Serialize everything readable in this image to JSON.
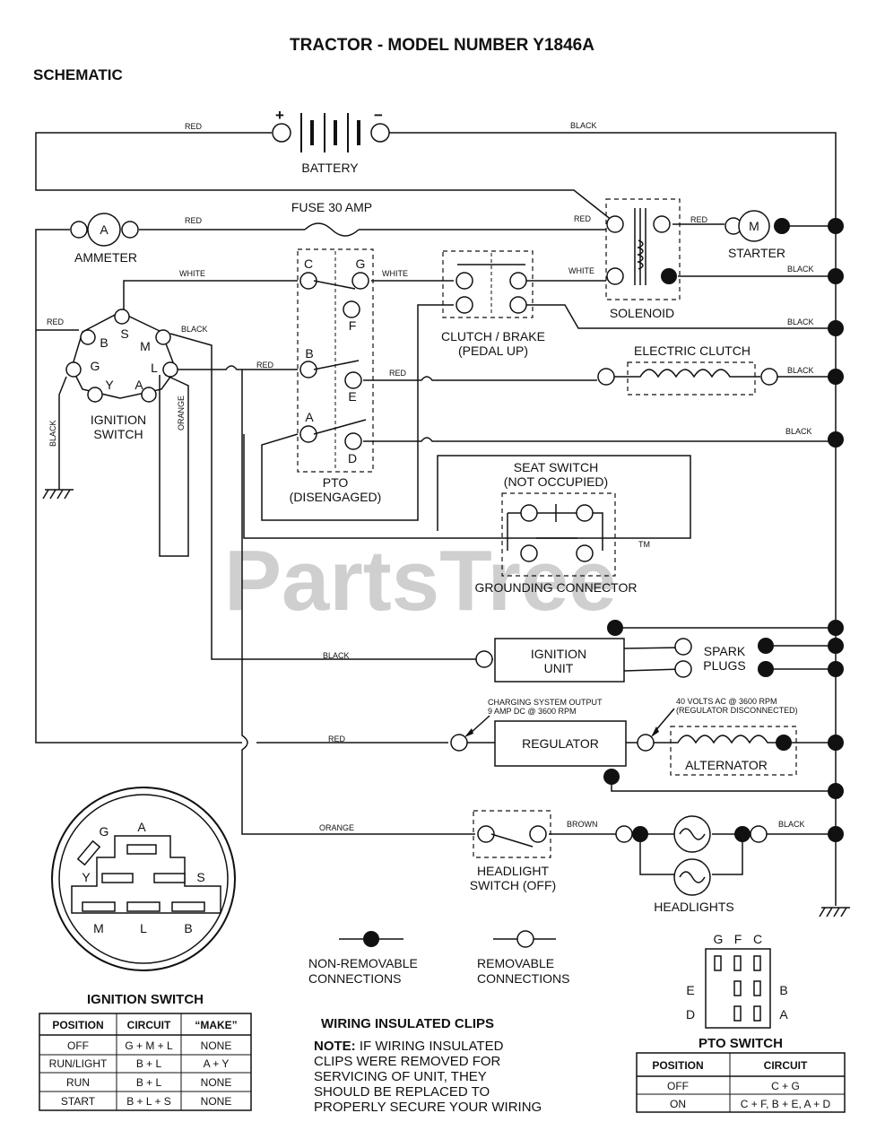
{
  "title": "TRACTOR - MODEL NUMBER Y1846A",
  "section": "SCHEMATIC",
  "watermark": "PartsTree",
  "watermark_tm": "TM",
  "components": {
    "battery": "BATTERY",
    "battery_plus": "+",
    "battery_minus": "−",
    "fuse": "FUSE 30 AMP",
    "ammeter": "AMMETER",
    "ammeter_symbol": "A",
    "starter": "STARTER",
    "starter_symbol": "M",
    "solenoid": "SOLENOID",
    "clutch_brake_1": "CLUTCH / BRAKE",
    "clutch_brake_2": "(PEDAL UP)",
    "electric_clutch": "ELECTRIC CLUTCH",
    "ignition_switch_1": "IGNITION",
    "ignition_switch_2": "SWITCH",
    "pto_1": "PTO",
    "pto_2": "(DISENGAGED)",
    "seat_switch_1": "SEAT SWITCH",
    "seat_switch_2": "(NOT OCCUPIED)",
    "grounding_connector": "GROUNDING CONNECTOR",
    "ignition_unit_1": "IGNITION",
    "ignition_unit_2": "UNIT",
    "spark_plugs_1": "SPARK",
    "spark_plugs_2": "PLUGS",
    "regulator": "REGULATOR",
    "alternator": "ALTERNATOR",
    "charging_note_1": "CHARGING SYSTEM OUTPUT",
    "charging_note_2": "9 AMP DC @ 3600 RPM",
    "volts_note_1": "40 VOLTS AC @ 3600 RPM",
    "volts_note_2": "(REGULATOR DISCONNECTED)",
    "headlight_switch_1": "HEADLIGHT",
    "headlight_switch_2": "SWITCH (OFF)",
    "headlights": "HEADLIGHTS"
  },
  "wires": {
    "red": "RED",
    "black": "BLACK",
    "white": "WHITE",
    "orange": "ORANGE",
    "brown": "BROWN"
  },
  "ignition_terminals": {
    "b": "B",
    "s": "S",
    "m": "M",
    "g": "G",
    "l": "L",
    "y": "Y",
    "a": "A"
  },
  "pto_terminals": {
    "c": "C",
    "g": "G",
    "f": "F",
    "b": "B",
    "e": "E",
    "a": "A",
    "d": "D"
  },
  "ignition_plug_labels": {
    "g": "G",
    "a": "A",
    "y": "Y",
    "s": "S",
    "m": "M",
    "l": "L",
    "b": "B"
  },
  "pto_plug_labels": {
    "g": "G",
    "f": "F",
    "c": "C",
    "e": "E",
    "b": "B",
    "d": "D",
    "a": "A"
  },
  "legend": {
    "non_removable_1": "NON-REMOVABLE",
    "non_removable_2": "CONNECTIONS",
    "removable_1": "REMOVABLE",
    "removable_2": "CONNECTIONS"
  },
  "ignition_table": {
    "title": "IGNITION SWITCH",
    "headers": [
      "POSITION",
      "CIRCUIT",
      "“MAKE”"
    ],
    "rows": [
      [
        "OFF",
        "G + M + L",
        "NONE"
      ],
      [
        "RUN/LIGHT",
        "B + L",
        "A + Y"
      ],
      [
        "RUN",
        "B + L",
        "NONE"
      ],
      [
        "START",
        "B + L + S",
        "NONE"
      ]
    ]
  },
  "pto_table": {
    "title": "PTO SWITCH",
    "headers": [
      "POSITION",
      "CIRCUIT"
    ],
    "rows": [
      [
        "OFF",
        "C + G"
      ],
      [
        "ON",
        "C + F, B + E, A + D"
      ]
    ]
  },
  "clips_note": {
    "title": "WIRING INSULATED CLIPS",
    "note_label": "NOTE:",
    "line1": " IF WIRING INSULATED",
    "line2": "CLIPS WERE REMOVED FOR",
    "line3": "SERVICING OF UNIT, THEY",
    "line4": "SHOULD BE REPLACED TO",
    "line5": "PROPERLY SECURE YOUR WIRING"
  }
}
